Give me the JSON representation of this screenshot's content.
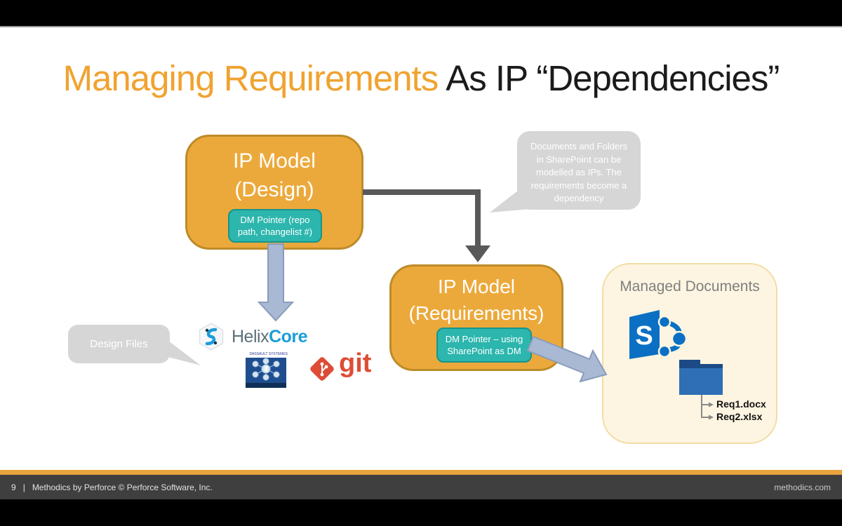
{
  "colors": {
    "title_accent": "#F0A330",
    "box_orange": "#ECA93B",
    "box_orange_border": "#BD8B28",
    "teal": "#2CB6AD",
    "teal_border": "#17948B",
    "bubble_gray": "#D6D6D6",
    "arrow_gray": "#595959",
    "block_arrow_fill": "#A9B8D3",
    "block_arrow_border": "#8A9CBC",
    "cream_bg": "#FDF5E1",
    "cream_border": "#F3DCA4",
    "managed_title": "#7F7F7F",
    "sharepoint_blue": "#0B70C4",
    "folder_blue": "#2E6FB6",
    "folder_dark": "#1C4A86",
    "helix_gray": "#5E7079",
    "helix_blue": "#1B9DD9",
    "git_red": "#DE4C36",
    "dassault_navy": "#1E4E8F",
    "footer_bg": "#3F3F3F",
    "footer_gold": "#E8A33D",
    "tree_gray": "#8A8A8A"
  },
  "title": {
    "accent": "Managing Requirements",
    "rest": "As IP “Dependencies”"
  },
  "diagram": {
    "design_box": {
      "line1": "IP Model",
      "line2": "(Design)"
    },
    "design_dm": {
      "line1": "DM Pointer (repo",
      "line2": "path, changelist #)"
    },
    "req_box": {
      "line1": "IP Model",
      "line2": "(Requirements)"
    },
    "req_dm": {
      "line1": "DM Pointer – using",
      "line2": "SharePoint as DM"
    },
    "docs_bubble_lines": [
      "Documents and Folders",
      "in SharePoint can be",
      "modelled as IPs. The",
      "requirements become a",
      "dependency"
    ],
    "design_files_bubble": "Design Files",
    "managed_box": {
      "title": "Managed Documents",
      "files": [
        "Req1.docx",
        "Req2.xlsx"
      ]
    },
    "logos": {
      "helix_name": "Helix",
      "helix_suffix": "Core",
      "git": "git",
      "sharepoint_letter": "S",
      "dassault": "DASSAULT SYSTEMES"
    }
  },
  "footer": {
    "page": "9",
    "divider": "|",
    "company": "Methodics by Perforce © Perforce Software, Inc.",
    "site": "methodics.com"
  }
}
